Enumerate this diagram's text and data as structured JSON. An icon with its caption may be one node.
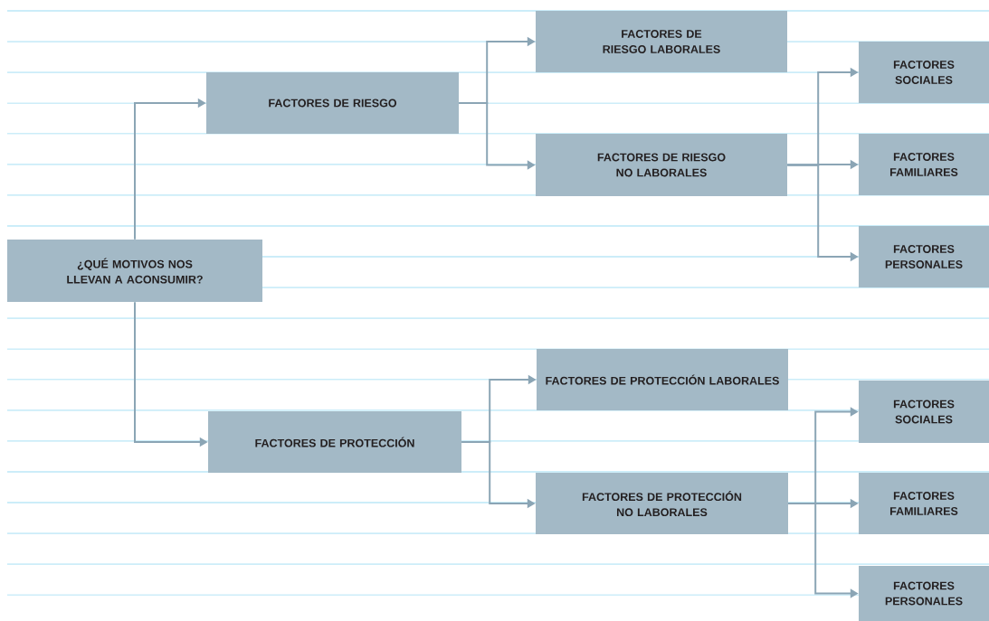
{
  "diagram": {
    "nodes": [
      {
        "text": [
          "¿QUÉ MOTIVOS NOS LLEVAN A ACONSUMIR?"
        ]
      },
      {
        "text": [
          "FACTORES DE RIESGO"
        ]
      },
      {
        "text": [
          "FACTORES DE RIESGO LABORALES"
        ]
      },
      {
        "text": [
          "FACTORES DE RIESGO NO LABORALES"
        ]
      },
      {
        "text": [
          "FACTORES SOCIALES"
        ]
      },
      {
        "text": [
          "FACTORES FAMILIARES"
        ]
      },
      {
        "text": [
          "FACTORES PERSONALES"
        ]
      },
      {
        "text": [
          "FACTORES DE PROTECCIÓN"
        ]
      },
      {
        "text": [
          "FACTORES DE PROTECCIÓN LABORALES"
        ]
      },
      {
        "text": [
          "FACTORES DE PROTECCIÓN NO LABORALES"
        ]
      },
      {
        "text": [
          "FACTORES SOCIALES"
        ]
      },
      {
        "text": [
          "FACTORES FAMILIARES"
        ]
      },
      {
        "text": [
          "FACTORES PERSONALES"
        ]
      }
    ],
    "edges": [
      {
        "from": 0,
        "to": 1,
        "arrow": "to"
      },
      {
        "from": 0,
        "to": 7,
        "arrow": "to"
      },
      {
        "from": 1,
        "to": 2,
        "arrow": "to"
      },
      {
        "from": 1,
        "to": 3,
        "arrow": "to"
      },
      {
        "from": 3,
        "to": 4,
        "arrow": "to"
      },
      {
        "from": 3,
        "to": 5,
        "arrow": "to"
      },
      {
        "from": 3,
        "to": 6,
        "arrow": "to"
      },
      {
        "from": 7,
        "to": 8,
        "arrow": "to"
      },
      {
        "from": 7,
        "to": 9,
        "arrow": "to"
      },
      {
        "from": 9,
        "to": 10,
        "arrow": "to"
      },
      {
        "from": 9,
        "to": 11,
        "arrow": "to"
      },
      {
        "from": 9,
        "to": 12,
        "arrow": "to"
      }
    ]
  }
}
